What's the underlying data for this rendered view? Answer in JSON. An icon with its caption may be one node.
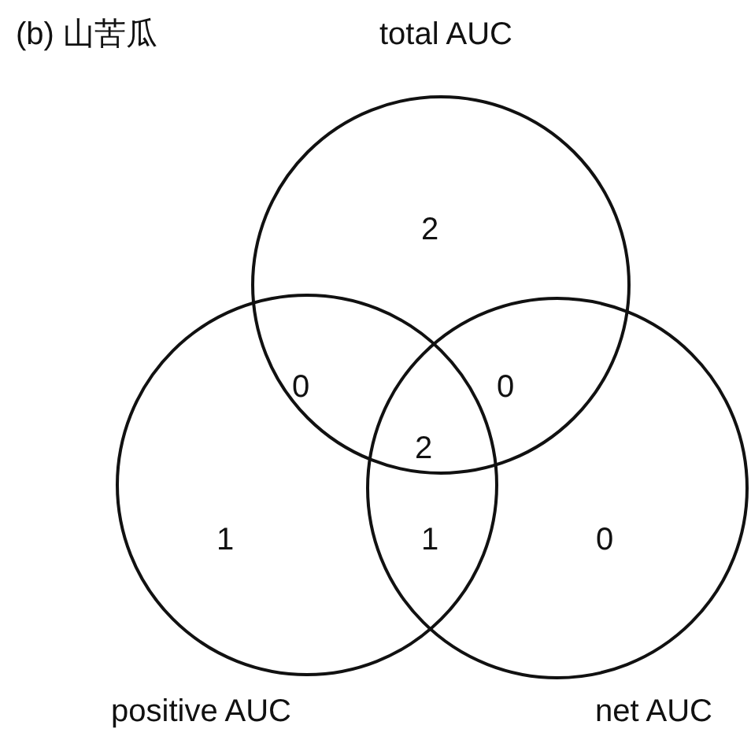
{
  "diagram": {
    "title": "(b) 山苦瓜",
    "nodes": [
      {
        "text": [
          "total AUC"
        ]
      },
      {
        "text": [
          "positive AUC"
        ]
      },
      {
        "text": [
          "net AUC"
        ]
      }
    ],
    "edges": [],
    "labels": [
      "2",
      "0",
      "0",
      "2",
      "1",
      "1",
      "0"
    ]
  }
}
